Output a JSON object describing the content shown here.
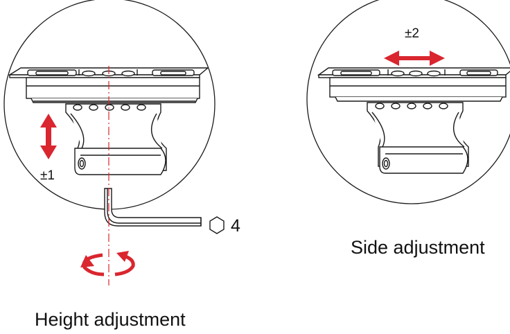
{
  "height_panel": {
    "caption": "Height adjustment",
    "tolerance": "±1",
    "tool_size": "4"
  },
  "side_panel": {
    "caption": "Side adjustment",
    "tolerance": "±2"
  },
  "colors": {
    "arrow": "#d9262f",
    "line": "#1a1a1a",
    "background": "#ffffff"
  },
  "icons": [
    "hex-key-icon",
    "hexagon-icon",
    "rotation-arrow-icon",
    "vertical-double-arrow-icon",
    "horizontal-double-arrow-icon"
  ]
}
